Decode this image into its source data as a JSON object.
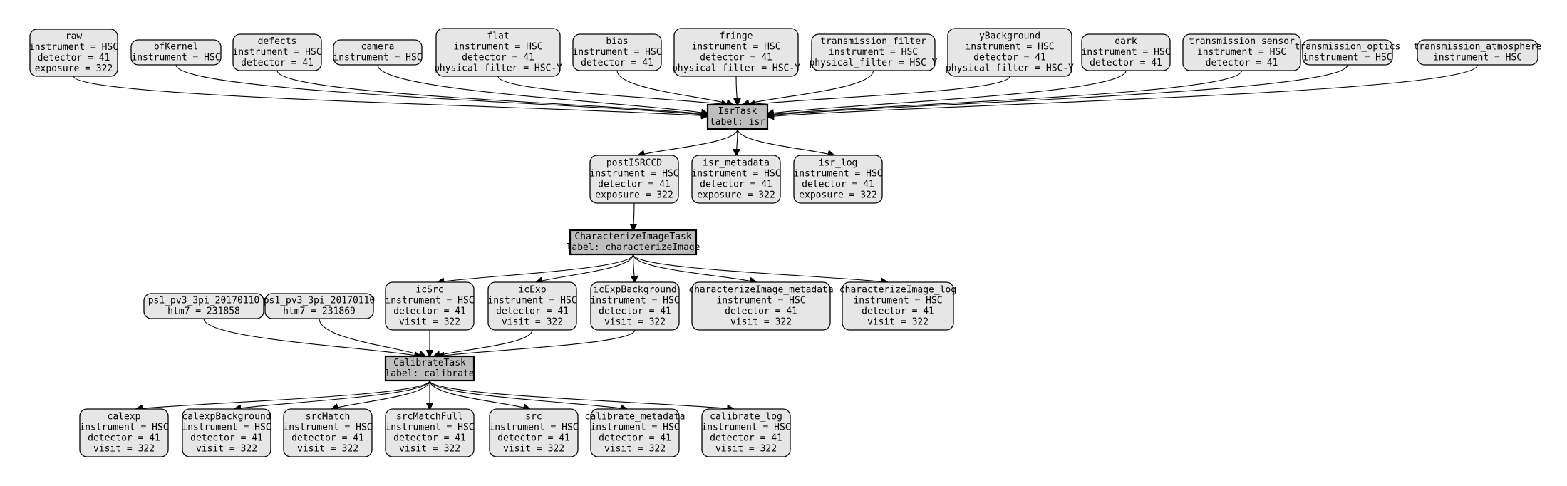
{
  "nodes": [
    {
      "id": "raw",
      "kind": "dataset",
      "lines": [
        "raw",
        "instrument = HSC",
        "detector = 41",
        "exposure = 322"
      ]
    },
    {
      "id": "bfKernel",
      "kind": "dataset",
      "lines": [
        "bfKernel",
        "instrument = HSC"
      ]
    },
    {
      "id": "defects",
      "kind": "dataset",
      "lines": [
        "defects",
        "instrument = HSC",
        "detector = 41"
      ]
    },
    {
      "id": "camera",
      "kind": "dataset",
      "lines": [
        "camera",
        "instrument = HSC"
      ]
    },
    {
      "id": "flat",
      "kind": "dataset",
      "lines": [
        "flat",
        "instrument = HSC",
        "detector = 41",
        "physical_filter = HSC-Y"
      ]
    },
    {
      "id": "bias",
      "kind": "dataset",
      "lines": [
        "bias",
        "instrument = HSC",
        "detector = 41"
      ]
    },
    {
      "id": "fringe",
      "kind": "dataset",
      "lines": [
        "fringe",
        "instrument = HSC",
        "detector = 41",
        "physical_filter = HSC-Y"
      ]
    },
    {
      "id": "transmission_filter",
      "kind": "dataset",
      "lines": [
        "transmission_filter",
        "instrument = HSC",
        "physical_filter = HSC-Y"
      ]
    },
    {
      "id": "yBackground",
      "kind": "dataset",
      "lines": [
        "yBackground",
        "instrument = HSC",
        "detector = 41",
        "physical_filter = HSC-Y"
      ]
    },
    {
      "id": "dark",
      "kind": "dataset",
      "lines": [
        "dark",
        "instrument = HSC",
        "detector = 41"
      ]
    },
    {
      "id": "transmission_sensor",
      "kind": "dataset",
      "lines": [
        "transmission_sensor",
        "instrument = HSC",
        "detector = 41"
      ]
    },
    {
      "id": "transmission_optics",
      "kind": "dataset",
      "lines": [
        "transmission_optics",
        "instrument = HSC"
      ]
    },
    {
      "id": "transmission_atmosphere",
      "kind": "dataset",
      "lines": [
        "transmission_atmosphere",
        "instrument = HSC"
      ]
    },
    {
      "id": "IsrTask",
      "kind": "task",
      "lines": [
        "IsrTask",
        "label: isr"
      ]
    },
    {
      "id": "postISRCCD",
      "kind": "dataset",
      "lines": [
        "postISRCCD",
        "instrument = HSC",
        "detector = 41",
        "exposure = 322"
      ]
    },
    {
      "id": "isr_metadata",
      "kind": "dataset",
      "lines": [
        "isr_metadata",
        "instrument = HSC",
        "detector = 41",
        "exposure = 322"
      ]
    },
    {
      "id": "isr_log",
      "kind": "dataset",
      "lines": [
        "isr_log",
        "instrument = HSC",
        "detector = 41",
        "exposure = 322"
      ]
    },
    {
      "id": "CharacterizeImageTask",
      "kind": "task",
      "lines": [
        "CharacterizeImageTask",
        "label: characterizeImage"
      ]
    },
    {
      "id": "ps1_a",
      "kind": "dataset",
      "lines": [
        "ps1_pv3_3pi_20170110",
        "htm7 = 231858"
      ]
    },
    {
      "id": "ps1_b",
      "kind": "dataset",
      "lines": [
        "ps1_pv3_3pi_20170110",
        "htm7 = 231869"
      ]
    },
    {
      "id": "icSrc",
      "kind": "dataset",
      "lines": [
        "icSrc",
        "instrument = HSC",
        "detector = 41",
        "visit = 322"
      ]
    },
    {
      "id": "icExp",
      "kind": "dataset",
      "lines": [
        "icExp",
        "instrument = HSC",
        "detector = 41",
        "visit = 322"
      ]
    },
    {
      "id": "icExpBackground",
      "kind": "dataset",
      "lines": [
        "icExpBackground",
        "instrument = HSC",
        "detector = 41",
        "visit = 322"
      ]
    },
    {
      "id": "characterizeImage_metadata",
      "kind": "dataset",
      "lines": [
        "characterizeImage_metadata",
        "instrument = HSC",
        "detector = 41",
        "visit = 322"
      ]
    },
    {
      "id": "characterizeImage_log",
      "kind": "dataset",
      "lines": [
        "characterizeImage_log",
        "instrument = HSC",
        "detector = 41",
        "visit = 322"
      ]
    },
    {
      "id": "CalibrateTask",
      "kind": "task",
      "lines": [
        "CalibrateTask",
        "label: calibrate"
      ]
    },
    {
      "id": "calexp",
      "kind": "dataset",
      "lines": [
        "calexp",
        "instrument = HSC",
        "detector = 41",
        "visit = 322"
      ]
    },
    {
      "id": "calexpBackground",
      "kind": "dataset",
      "lines": [
        "calexpBackground",
        "instrument = HSC",
        "detector = 41",
        "visit = 322"
      ]
    },
    {
      "id": "srcMatch",
      "kind": "dataset",
      "lines": [
        "srcMatch",
        "instrument = HSC",
        "detector = 41",
        "visit = 322"
      ]
    },
    {
      "id": "srcMatchFull",
      "kind": "dataset",
      "lines": [
        "srcMatchFull",
        "instrument = HSC",
        "detector = 41",
        "visit = 322"
      ]
    },
    {
      "id": "src",
      "kind": "dataset",
      "lines": [
        "src",
        "instrument = HSC",
        "detector = 41",
        "visit = 322"
      ]
    },
    {
      "id": "calibrate_metadata",
      "kind": "dataset",
      "lines": [
        "calibrate_metadata",
        "instrument = HSC",
        "detector = 41",
        "visit = 322"
      ]
    },
    {
      "id": "calibrate_log",
      "kind": "dataset",
      "lines": [
        "calibrate_log",
        "instrument = HSC",
        "detector = 41",
        "visit = 322"
      ]
    }
  ],
  "edges": [
    [
      "raw",
      "IsrTask"
    ],
    [
      "bfKernel",
      "IsrTask"
    ],
    [
      "defects",
      "IsrTask"
    ],
    [
      "camera",
      "IsrTask"
    ],
    [
      "flat",
      "IsrTask"
    ],
    [
      "bias",
      "IsrTask"
    ],
    [
      "fringe",
      "IsrTask"
    ],
    [
      "transmission_filter",
      "IsrTask"
    ],
    [
      "yBackground",
      "IsrTask"
    ],
    [
      "dark",
      "IsrTask"
    ],
    [
      "transmission_sensor",
      "IsrTask"
    ],
    [
      "transmission_optics",
      "IsrTask"
    ],
    [
      "transmission_atmosphere",
      "IsrTask"
    ],
    [
      "IsrTask",
      "postISRCCD"
    ],
    [
      "IsrTask",
      "isr_metadata"
    ],
    [
      "IsrTask",
      "isr_log"
    ],
    [
      "postISRCCD",
      "CharacterizeImageTask"
    ],
    [
      "CharacterizeImageTask",
      "icSrc"
    ],
    [
      "CharacterizeImageTask",
      "icExp"
    ],
    [
      "CharacterizeImageTask",
      "icExpBackground"
    ],
    [
      "CharacterizeImageTask",
      "characterizeImage_metadata"
    ],
    [
      "CharacterizeImageTask",
      "characterizeImage_log"
    ],
    [
      "ps1_a",
      "CalibrateTask"
    ],
    [
      "ps1_b",
      "CalibrateTask"
    ],
    [
      "icSrc",
      "CalibrateTask"
    ],
    [
      "icExp",
      "CalibrateTask"
    ],
    [
      "icExpBackground",
      "CalibrateTask"
    ],
    [
      "CalibrateTask",
      "calexp"
    ],
    [
      "CalibrateTask",
      "calexpBackground"
    ],
    [
      "CalibrateTask",
      "srcMatch"
    ],
    [
      "CalibrateTask",
      "srcMatchFull"
    ],
    [
      "CalibrateTask",
      "src"
    ],
    [
      "CalibrateTask",
      "calibrate_metadata"
    ],
    [
      "CalibrateTask",
      "calibrate_log"
    ]
  ]
}
